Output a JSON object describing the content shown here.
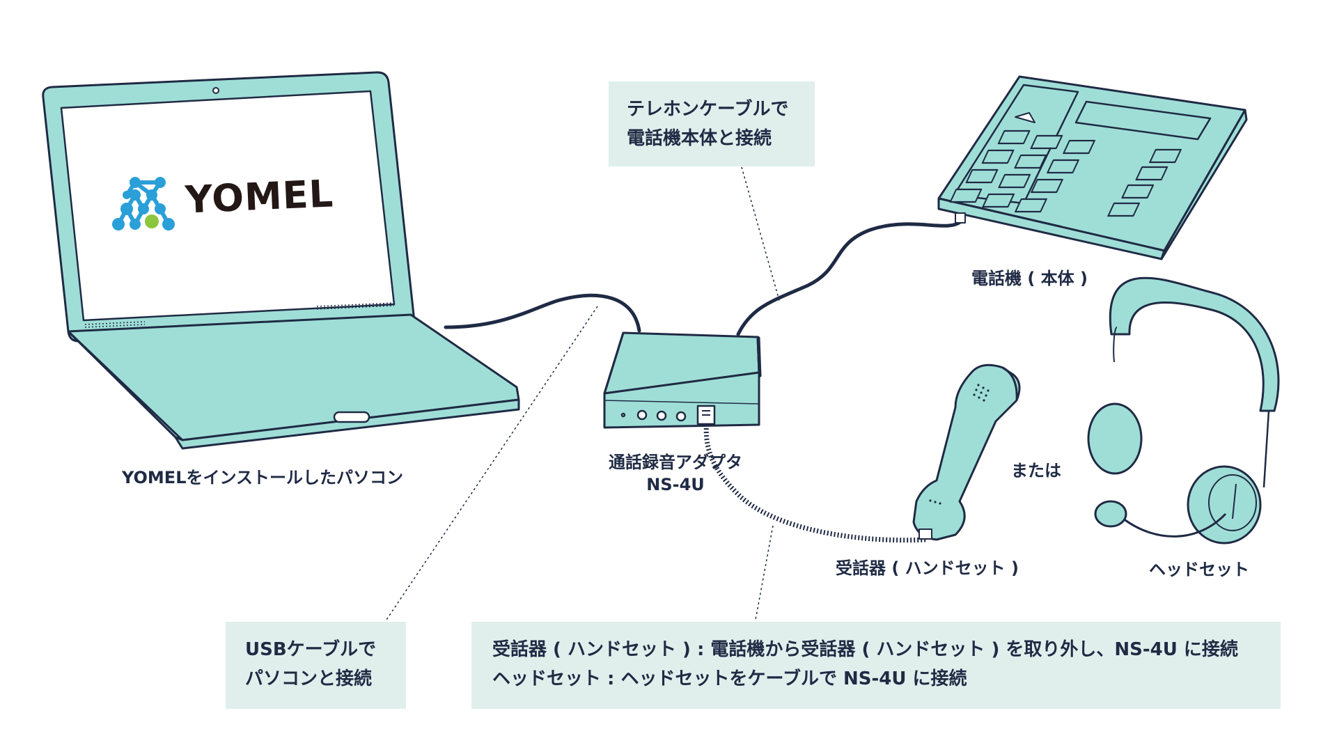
{
  "logo": {
    "text": "YOMEL"
  },
  "labels": {
    "laptop": "YOMELをインストールしたパソコン",
    "adapter_line1": "通話録音アダプタ",
    "adapter_line2": "NS-4U",
    "phone": "電話機 ( 本体 )",
    "or": "または",
    "handset": "受話器 ( ハンドセット )",
    "headset": "ヘッドセット"
  },
  "callouts": {
    "telephone_cable": {
      "line1": "テレホンケーブルで",
      "line2": "電話機本体と接続"
    },
    "usb_cable": {
      "line1": "USBケーブルで",
      "line2": "パソコンと接続"
    },
    "handset_headset": {
      "line1": "受話器 ( ハンドセット ) : 電話機から受話器 ( ハンドセット ) を取り外し、NS-4U に接続",
      "line2": "ヘッドセット : ヘッドセットをケーブルで NS-4U に接続"
    }
  },
  "colors": {
    "device_fill": "#9fded6",
    "outline": "#1f2a44",
    "callout_bg": "#e0efec",
    "logo_blue": "#2a9fd8",
    "logo_green": "#8cc63f"
  }
}
